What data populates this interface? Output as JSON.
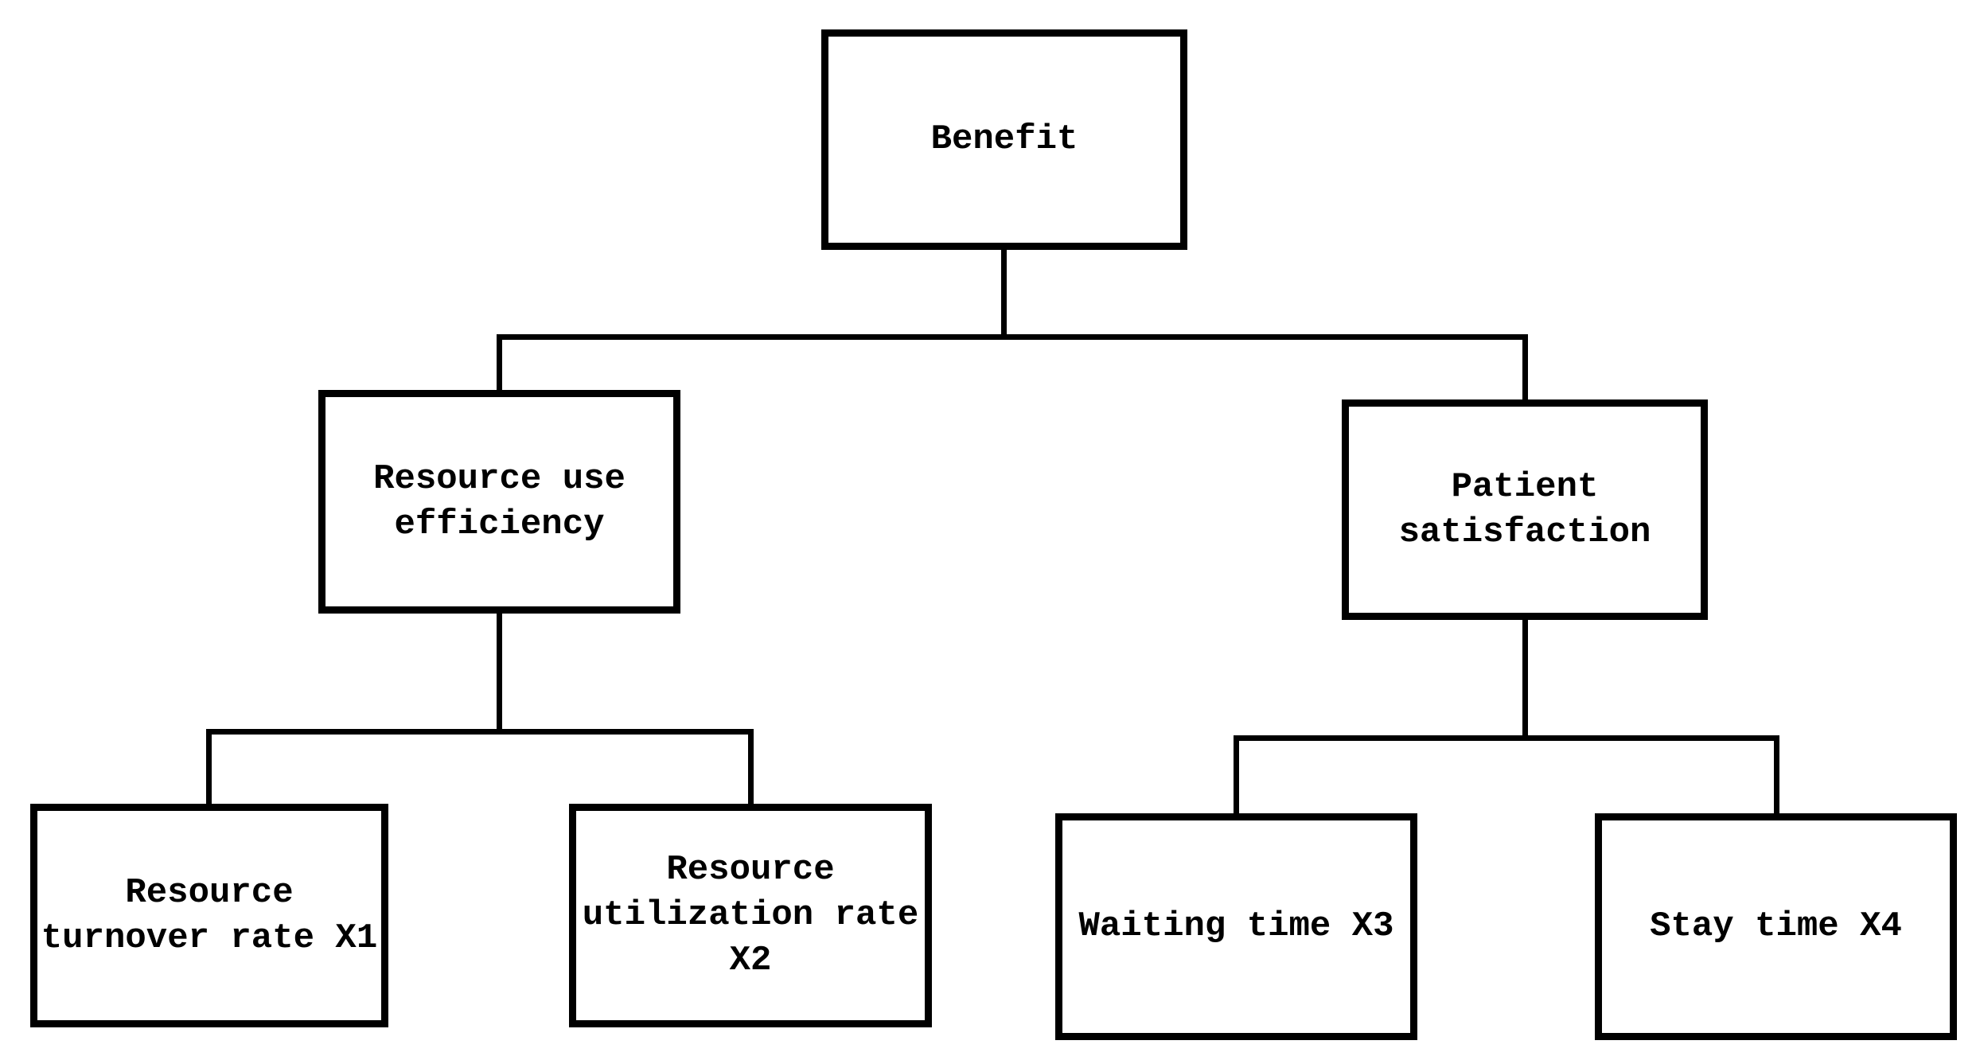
{
  "diagram": {
    "type": "hierarchy-tree",
    "background_color": "#ffffff",
    "line_color": "#000000",
    "text_color": "#000000",
    "nodes": {
      "benefit": {
        "label": "Benefit",
        "level": 1
      },
      "efficiency": {
        "label": "Resource use\nefficiency",
        "level": 2
      },
      "satisfaction": {
        "label": "Patient\nsatisfaction",
        "level": 2
      },
      "x1": {
        "label": "Resource\nturnover rate X1",
        "level": 3
      },
      "x2": {
        "label": "Resource\nutilization rate\nX2",
        "level": 3
      },
      "x3": {
        "label": "Waiting time X3",
        "level": 3
      },
      "x4": {
        "label": "Stay time X4",
        "level": 3
      }
    },
    "edges": [
      {
        "from": "benefit",
        "to": "efficiency"
      },
      {
        "from": "benefit",
        "to": "satisfaction"
      },
      {
        "from": "efficiency",
        "to": "x1"
      },
      {
        "from": "efficiency",
        "to": "x2"
      },
      {
        "from": "satisfaction",
        "to": "x3"
      },
      {
        "from": "satisfaction",
        "to": "x4"
      }
    ]
  }
}
